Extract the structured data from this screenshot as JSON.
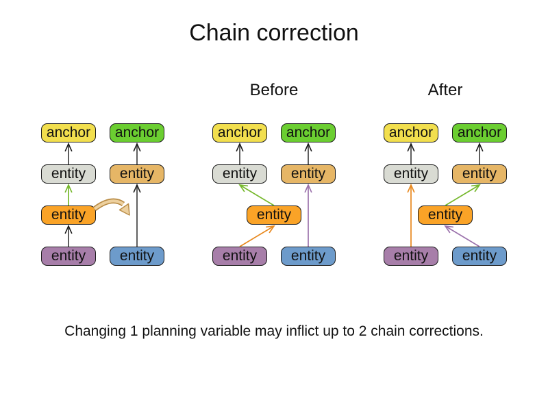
{
  "title": "Chain correction",
  "caption": "Changing 1 planning variable may inflict up to 2 chain corrections.",
  "palette": {
    "yellow": "#f2df4e",
    "green": "#6bce31",
    "gray": "#d9dbd3",
    "tan": "#e6b666",
    "orange": "#faa327",
    "purple": "#a77ea9",
    "blue": "#6d9bcb",
    "box_border": "#1a1a1a",
    "line_gray": "#5f5f5f",
    "arrowhead_black": "#1a1a1a",
    "arrow_green": "#76b82c",
    "arrow_orange": "#e8891f",
    "arrow_purple": "#9b72ac",
    "move_arrow_fill": "#edd09e",
    "move_arrow_outline": "#b98c46"
  },
  "groups": [
    {
      "name": "initial",
      "label": "",
      "nodes": [
        {
          "id": "anchor-yellow",
          "label": "anchor",
          "color": "yellow",
          "col": 0,
          "row": 0
        },
        {
          "id": "anchor-green",
          "label": "anchor",
          "color": "green",
          "col": 1,
          "row": 0
        },
        {
          "id": "entity-gray",
          "label": "entity",
          "color": "gray",
          "col": 0,
          "row": 1
        },
        {
          "id": "entity-tan",
          "label": "entity",
          "color": "tan",
          "col": 1,
          "row": 1
        },
        {
          "id": "entity-orange",
          "label": "entity",
          "color": "orange",
          "col": 0,
          "row": 2
        },
        {
          "id": "entity-purple",
          "label": "entity",
          "color": "purple",
          "col": 0,
          "row": 3
        },
        {
          "id": "entity-blue",
          "label": "entity",
          "color": "blue",
          "col": 1,
          "row": 3
        }
      ],
      "edges": [
        {
          "from": "entity-purple",
          "to": "entity-orange",
          "color": "gray"
        },
        {
          "from": "entity-orange",
          "to": "entity-gray",
          "color": "green"
        },
        {
          "from": "entity-gray",
          "to": "anchor-yellow",
          "color": "gray"
        },
        {
          "from": "entity-blue",
          "to": "entity-tan",
          "color": "gray"
        },
        {
          "from": "entity-tan",
          "to": "anchor-green",
          "color": "gray"
        }
      ],
      "move_arrow": true
    },
    {
      "name": "before",
      "label": "Before",
      "nodes": [
        {
          "id": "anchor-yellow",
          "label": "anchor",
          "color": "yellow",
          "col": 0,
          "row": 0
        },
        {
          "id": "anchor-green",
          "label": "anchor",
          "color": "green",
          "col": 1,
          "row": 0
        },
        {
          "id": "entity-gray",
          "label": "entity",
          "color": "gray",
          "col": 0,
          "row": 1
        },
        {
          "id": "entity-tan",
          "label": "entity",
          "color": "tan",
          "col": 1,
          "row": 1
        },
        {
          "id": "entity-orange",
          "label": "entity",
          "color": "orange",
          "col": 0.5,
          "row": 2
        },
        {
          "id": "entity-purple",
          "label": "entity",
          "color": "purple",
          "col": 0,
          "row": 3
        },
        {
          "id": "entity-blue",
          "label": "entity",
          "color": "blue",
          "col": 1,
          "row": 3
        }
      ],
      "edges": [
        {
          "from": "entity-gray",
          "to": "anchor-yellow",
          "color": "gray"
        },
        {
          "from": "entity-tan",
          "to": "anchor-green",
          "color": "gray"
        },
        {
          "from": "entity-orange",
          "to": "entity-gray",
          "color": "green"
        },
        {
          "from": "entity-purple",
          "to": "entity-orange",
          "color": "orange"
        },
        {
          "from": "entity-blue",
          "to": "entity-tan",
          "color": "purple"
        }
      ],
      "move_arrow": false
    },
    {
      "name": "after",
      "label": "After",
      "nodes": [
        {
          "id": "anchor-yellow",
          "label": "anchor",
          "color": "yellow",
          "col": 0,
          "row": 0
        },
        {
          "id": "anchor-green",
          "label": "anchor",
          "color": "green",
          "col": 1,
          "row": 0
        },
        {
          "id": "entity-gray",
          "label": "entity",
          "color": "gray",
          "col": 0,
          "row": 1
        },
        {
          "id": "entity-tan",
          "label": "entity",
          "color": "tan",
          "col": 1,
          "row": 1
        },
        {
          "id": "entity-orange",
          "label": "entity",
          "color": "orange",
          "col": 0.5,
          "row": 2
        },
        {
          "id": "entity-purple",
          "label": "entity",
          "color": "purple",
          "col": 0,
          "row": 3
        },
        {
          "id": "entity-blue",
          "label": "entity",
          "color": "blue",
          "col": 1,
          "row": 3
        }
      ],
      "edges": [
        {
          "from": "entity-gray",
          "to": "anchor-yellow",
          "color": "gray"
        },
        {
          "from": "entity-tan",
          "to": "anchor-green",
          "color": "gray"
        },
        {
          "from": "entity-purple",
          "to": "entity-gray",
          "color": "orange"
        },
        {
          "from": "entity-orange",
          "to": "entity-tan",
          "color": "green"
        },
        {
          "from": "entity-blue",
          "to": "entity-orange",
          "color": "purple"
        }
      ],
      "move_arrow": false
    }
  ]
}
